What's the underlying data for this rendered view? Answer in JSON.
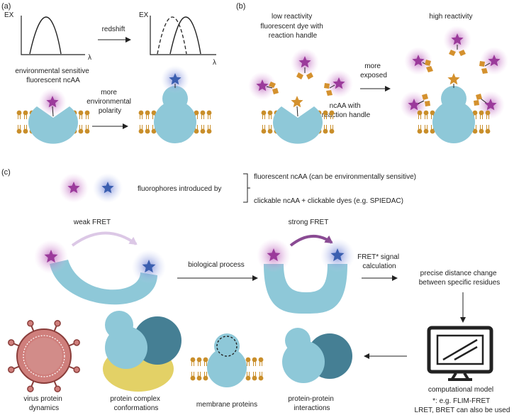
{
  "colors": {
    "protein": "#8ec8d8",
    "protein_dark": "#457f94",
    "lipid": "#c98e2a",
    "magenta_star": "#9b3a9b",
    "blue_star": "#3b5fb0",
    "orange_star": "#d4912e",
    "complex_yellow": "#e3d166",
    "virus_red": "#cf7f7c",
    "arrow_weak": "#dcc8e6",
    "arrow_strong": "#8a4b93"
  },
  "panel_a": {
    "label": "(a)",
    "axis_y": "EX",
    "axis_x": "λ",
    "arrow_top": "redshift",
    "caption": [
      "environmental sensitive",
      "fluorescent ncAA"
    ],
    "arrow_bottom": [
      "more",
      "environmental",
      "polarity"
    ]
  },
  "panel_b": {
    "label": "(b)",
    "low_title": "low reactivity",
    "dye_label": [
      "fluorescent dye with",
      "reaction handle"
    ],
    "ncaa_label": [
      "ncAA with",
      "reaction handle"
    ],
    "arrow_label": [
      "more",
      "exposed"
    ],
    "high_title": "high reactivity"
  },
  "panel_c": {
    "label": "(c)",
    "intro": "fluorophores introduced by",
    "option1": "fluorescent ncAA (can be environmentally sensitive)",
    "option2": "clickable ncAA + clickable dyes (e.g. SPIEDAC)",
    "weak": "weak FRET",
    "process": "biological process",
    "strong": "strong FRET",
    "signal": [
      "FRET* signal",
      "calculation"
    ],
    "distance": [
      "precise distance change",
      "between specific residues"
    ],
    "model": "computational model",
    "footnote": [
      "*: e.g. FLIM-FRET",
      "LRET, BRET can also be used"
    ],
    "apps": [
      {
        "lines": [
          "virus protein",
          "dynamics"
        ]
      },
      {
        "lines": [
          "protein complex",
          "conformations"
        ]
      },
      {
        "lines": [
          "membrane proteins"
        ]
      },
      {
        "lines": [
          "protein-protein",
          "interactions"
        ]
      }
    ]
  }
}
